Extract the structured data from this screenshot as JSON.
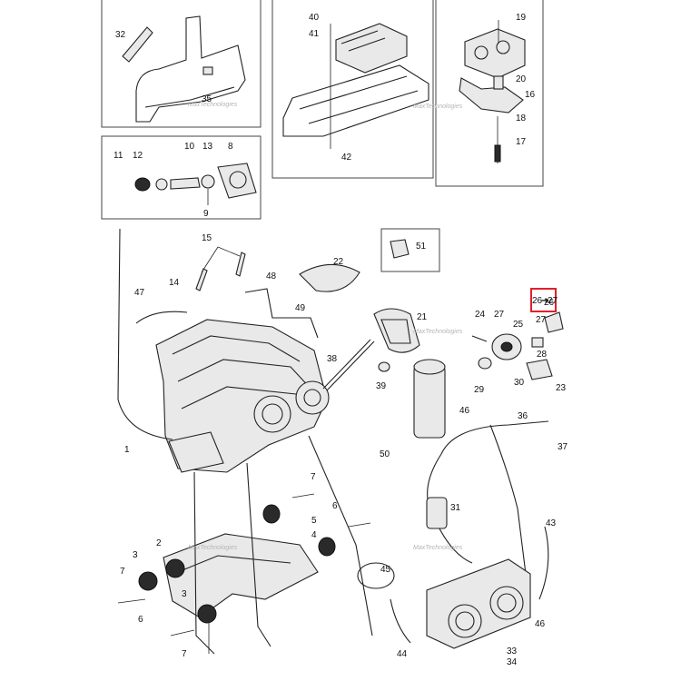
{
  "callouts": [
    {
      "id": "c32",
      "text": "32"
    },
    {
      "id": "c35",
      "text": "35"
    },
    {
      "id": "c40",
      "text": "40"
    },
    {
      "id": "c41",
      "text": "41"
    },
    {
      "id": "c42",
      "text": "42"
    },
    {
      "id": "c19",
      "text": "19"
    },
    {
      "id": "c20",
      "text": "20"
    },
    {
      "id": "c16",
      "text": "16"
    },
    {
      "id": "c18",
      "text": "18"
    },
    {
      "id": "c17",
      "text": "17"
    },
    {
      "id": "c11",
      "text": "11"
    },
    {
      "id": "c12",
      "text": "12"
    },
    {
      "id": "c10",
      "text": "10"
    },
    {
      "id": "c13",
      "text": "13"
    },
    {
      "id": "c8",
      "text": "8"
    },
    {
      "id": "c9",
      "text": "9"
    },
    {
      "id": "c15",
      "text": "15"
    },
    {
      "id": "c14",
      "text": "14"
    },
    {
      "id": "c48",
      "text": "48"
    },
    {
      "id": "c47",
      "text": "47"
    },
    {
      "id": "c49",
      "text": "49"
    },
    {
      "id": "c22",
      "text": "22"
    },
    {
      "id": "c51",
      "text": "51"
    },
    {
      "id": "c21",
      "text": "21"
    },
    {
      "id": "c38",
      "text": "38"
    },
    {
      "id": "c39",
      "text": "39"
    },
    {
      "id": "c26",
      "text": "26"
    },
    {
      "id": "c24",
      "text": "24"
    },
    {
      "id": "c27a",
      "text": "27"
    },
    {
      "id": "c25",
      "text": "25"
    },
    {
      "id": "c27b",
      "text": "27"
    },
    {
      "id": "c28",
      "text": "28"
    },
    {
      "id": "c29",
      "text": "29"
    },
    {
      "id": "c30",
      "text": "30"
    },
    {
      "id": "c23",
      "text": "23"
    },
    {
      "id": "c36",
      "text": "36"
    },
    {
      "id": "c37",
      "text": "37"
    },
    {
      "id": "c46a",
      "text": "46"
    },
    {
      "id": "c1",
      "text": "1"
    },
    {
      "id": "c50",
      "text": "50"
    },
    {
      "id": "c7a",
      "text": "7"
    },
    {
      "id": "c6a",
      "text": "6"
    },
    {
      "id": "c5",
      "text": "5"
    },
    {
      "id": "c4",
      "text": "4"
    },
    {
      "id": "c31",
      "text": "31"
    },
    {
      "id": "c43",
      "text": "43"
    },
    {
      "id": "c3a",
      "text": "3"
    },
    {
      "id": "c2",
      "text": "2"
    },
    {
      "id": "c7b",
      "text": "7"
    },
    {
      "id": "c3b",
      "text": "3"
    },
    {
      "id": "c6b",
      "text": "6"
    },
    {
      "id": "c7c",
      "text": "7"
    },
    {
      "id": "c45",
      "text": "45"
    },
    {
      "id": "c44",
      "text": "44"
    },
    {
      "id": "c34",
      "text": "34"
    },
    {
      "id": "c33",
      "text": "33"
    },
    {
      "id": "c46b",
      "text": "46"
    }
  ],
  "highlight": {
    "left": "26",
    "arrow": "➔",
    "right": "27"
  },
  "watermark": "MaxTechnologies",
  "colors": {
    "highlight": "#e0202a",
    "ink": "#222222"
  }
}
